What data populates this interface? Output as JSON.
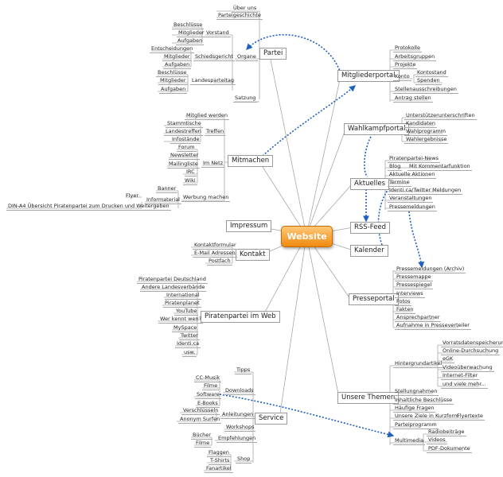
{
  "map": {
    "root": "Website",
    "partei": {
      "label": "Partei",
      "ueber_uns": "Über uns",
      "parteigeschichte": "Parteigeschichte",
      "organe": "Organe",
      "vorstand": "Vorstand",
      "vorstand_items": [
        "Beschlüsse",
        "Mitglieder",
        "Aufgaben"
      ],
      "schiedsgericht": "Schiedsgericht",
      "schiedsgericht_items": [
        "Entscheidungen",
        "Mitglieder",
        "Aufgaben"
      ],
      "landesparteitag": "Landesparteitag",
      "landesparteitag_items": [
        "Beschlüsse",
        "Mitglieder",
        "Aufgaben"
      ],
      "satzung": "Satzung"
    },
    "mitmachen": {
      "label": "Mitmachen",
      "mitglied_werden": "Mitglied werden",
      "treffen": "Treffen",
      "treffen_items": [
        "Stammtische",
        "Landestreffen",
        "Infostände"
      ],
      "im_netz": "Im Netz",
      "im_netz_items": [
        "Forum",
        "Newsletter",
        "Mailingliste",
        "IRC",
        "Wiki"
      ],
      "werbung_machen": "Werbung machen",
      "banner": "Banner",
      "informaterial": "Informaterial",
      "flyer": "Flyer",
      "din_a4": "DIN-A4 Übersicht Piratenpartei zum Drucken und Weitergeben"
    },
    "impressum": "Impressum",
    "kontakt": {
      "label": "Kontakt",
      "items": [
        "Kontaktformular",
        "E-Mail Adressen",
        "Postfach"
      ]
    },
    "piratenpartei_im_web": {
      "label": "Piratenpartei im Web",
      "items": [
        "Piratenpartei Deutschland",
        "Andere Landesverbände",
        "International",
        "Piratenplanet",
        "YouTube",
        "Wer kennt wen?",
        "MySpace",
        "Twitter",
        "Identi.ca",
        "usw."
      ]
    },
    "service": {
      "label": "Service",
      "tipps": "Tipps",
      "downloads": "Downloads",
      "downloads_items": [
        "CC-Musik",
        "Filme",
        "Software",
        "E-Books"
      ],
      "anleitungen": "Anleitungen",
      "anleitungen_items": [
        "Verschlüsseln",
        "Anonym Surfen"
      ],
      "workshops": "Workshops",
      "empfehlungen": "Empfehlungen",
      "empfehlungen_items": [
        "Bücher",
        "Filme"
      ],
      "shop": "Shop",
      "shop_items": [
        "Flaggen",
        "T-Shirts",
        "Fanartikel"
      ]
    },
    "mitgliederportal": {
      "label": "Mitgliederportal",
      "protokolle": "Protokolle",
      "arbeitsgruppen": "Arbeitsgruppen",
      "projekte": "Projekte",
      "konto": "Konto",
      "kontostand": "Kontostand",
      "spenden": "Spenden",
      "stellenausschreibungen": "Stellenausschreibungen",
      "antrag_stellen": "Antrag stellen"
    },
    "wahlkampfportal": {
      "label": "Wahlkampfportal",
      "items": [
        "Unterstützerunterschriften",
        "Kandidaten",
        "Wahlprogramm",
        "Wahlergebnisse"
      ]
    },
    "aktuelles": {
      "label": "Aktuelles",
      "piratenpartei_news": "Piratenpartei-News",
      "blog": "Blog",
      "mit_kommentarfunktion": "Mit Kommentarfunktion",
      "aktuelle_aktionen": "Aktuelle Aktionen",
      "termine": "Termine",
      "identica_twitter": "Identi.ca/Twitter Meldungen",
      "veranstaltungen": "Veranstaltungen",
      "pressemeldungen": "Pressemeldungen"
    },
    "rss_feed": "RSS-Feed",
    "kalender": "Kalender",
    "presseportal": {
      "label": "Presseportal",
      "items": [
        "Pressemeldungen (Archiv)",
        "Pressemappe",
        "Pressespiegel",
        "Interviews",
        "Fotos",
        "Fakten",
        "Ansprechpartner",
        "Aufnahme in Presseverteiler"
      ]
    },
    "unsere_themen": {
      "label": "Unsere Themen",
      "hintergrundartikel": "Hintergrundartikel",
      "hintergrund_items": [
        "Vorratsdatenspeicherung",
        "Online-Durchsuchung",
        "eGK",
        "Videoüberwachung",
        "Internet-Filter",
        "und viele mehr..."
      ],
      "stellungnahmen": "Stellungnahmen",
      "inhaltliche_beschluesse": "Inhaltliche Beschlüsse",
      "haeufige_fragen": "Häufige Fragen",
      "unsere_ziele": "Unsere Ziele in Kurzform",
      "flyertexte": "Flyertexte",
      "parteiprogramm": "Parteiprogramm",
      "multimedia": "Multimedia",
      "multimedia_items": [
        "Radiobeiträge",
        "Videos",
        "PDF-Dokumente"
      ]
    }
  },
  "colors": {
    "root_fill": "#f59a23",
    "line": "#a8a8a8",
    "dotted_link": "#1e5fbf"
  }
}
